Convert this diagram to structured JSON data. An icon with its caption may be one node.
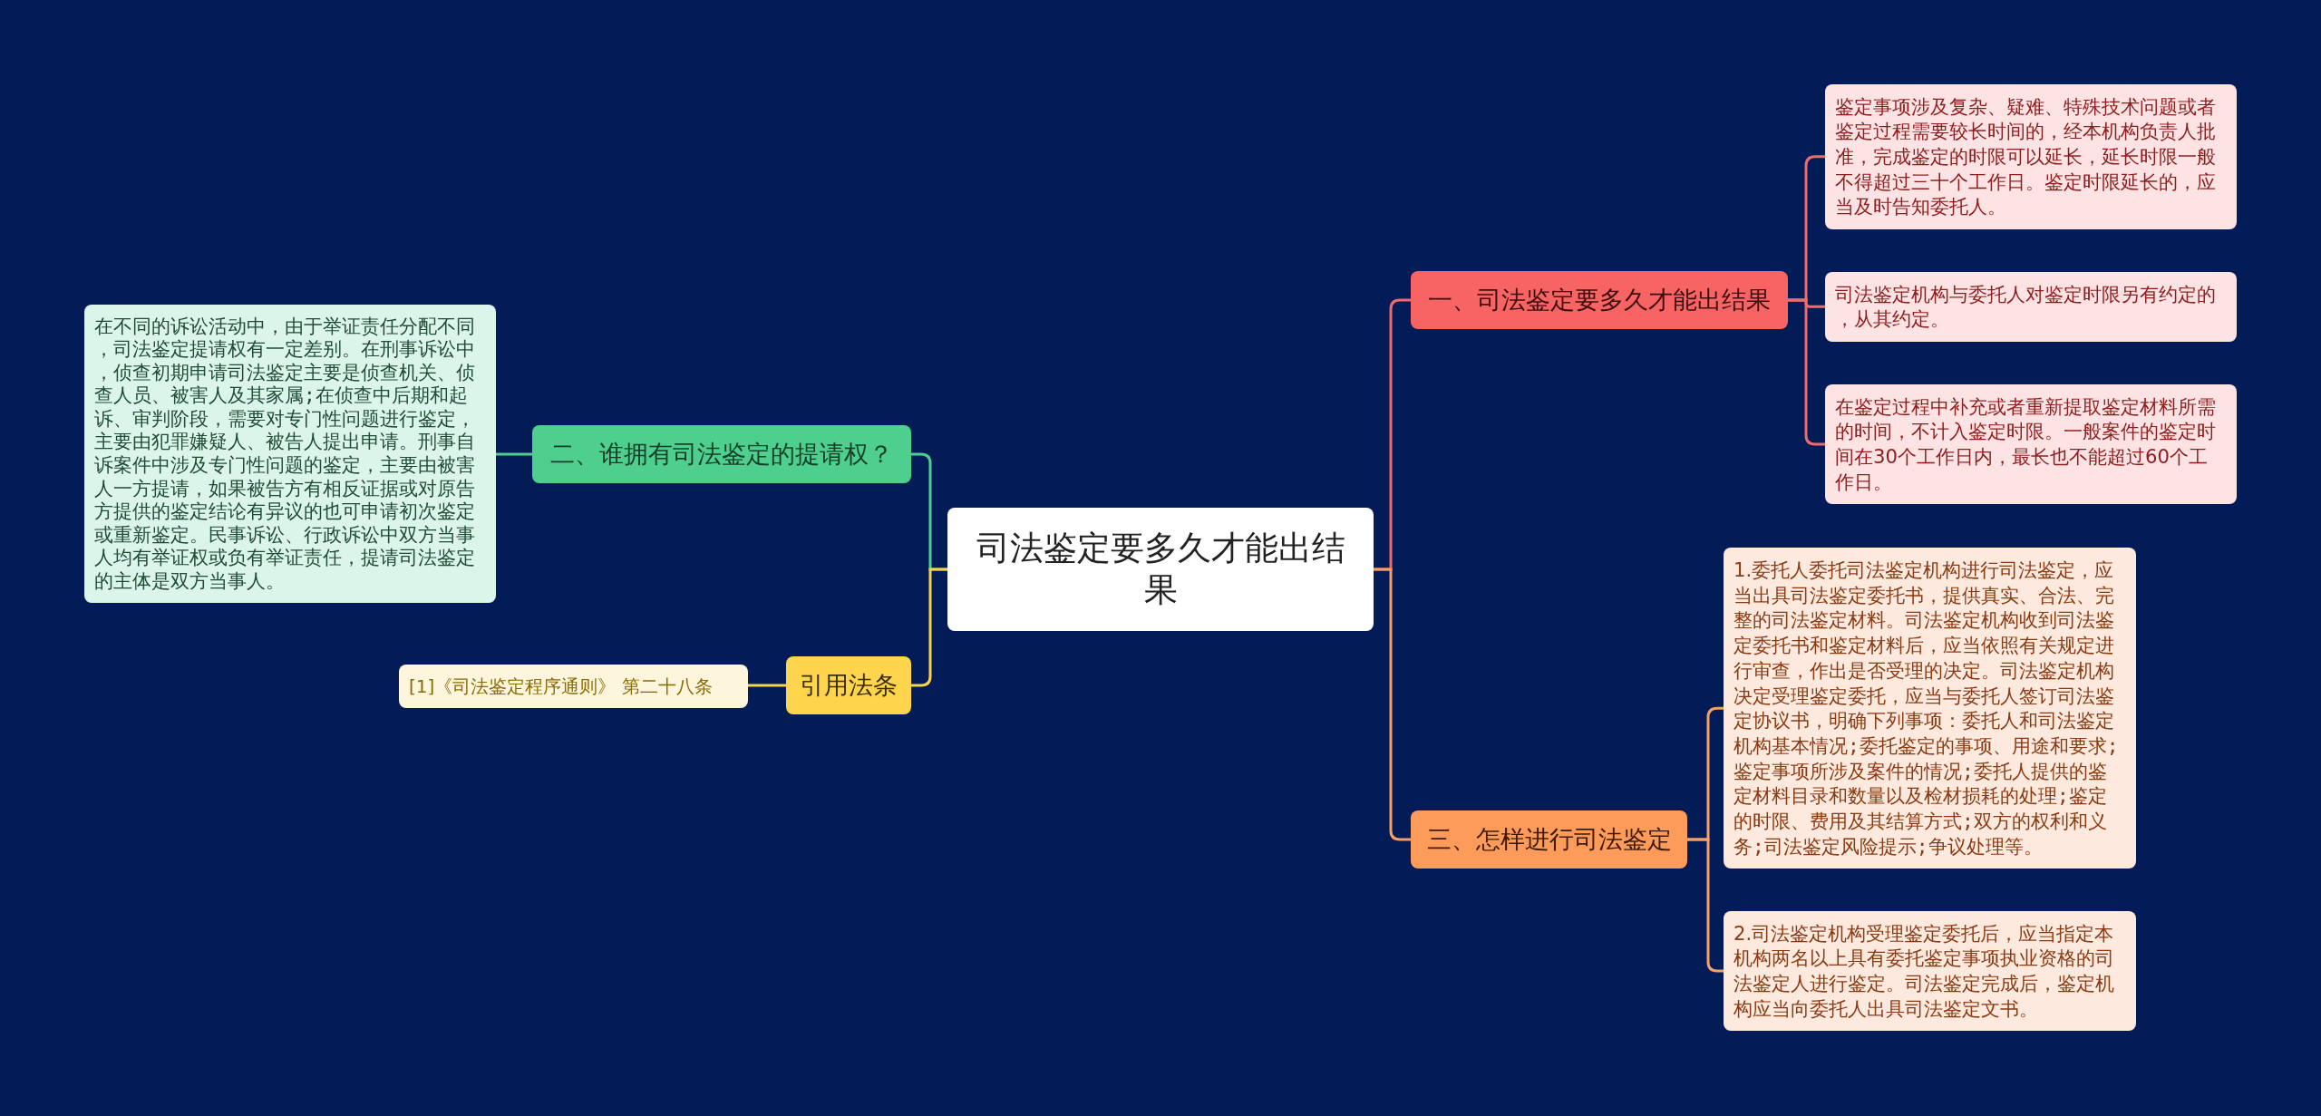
{
  "diagram": {
    "nodes": [
      {
        "text": [
          "司法鉴定要多久才能出结果"
        ]
      },
      {
        "text": [
          "一、司法鉴定要多久才能出结果"
        ]
      },
      {
        "text": [
          "鉴定事项涉及复杂、疑难、特殊技术问题或者鉴定过程需要较长时间的，经本机构负责人批准，完成鉴定的时限可以延长，延长时限一般不得超过三十个工作日。鉴定时限延长的，应当及时告知委托人。"
        ]
      },
      {
        "text": [
          "司法鉴定机构与委托人对鉴定时限另有约定的，从其约定。"
        ]
      },
      {
        "text": [
          "在鉴定过程中补充或者重新提取鉴定材料所需的时间，不计入鉴定时限。一般案件的鉴定时间在30个工作日内，最长也不能超过60个工作日。"
        ]
      },
      {
        "text": [
          "二、谁拥有司法鉴定的提请权？"
        ]
      },
      {
        "text": [
          "在不同的诉讼活动中，由于举证责任分配不同，司法鉴定提请权有一定差别。在刑事诉讼中，侦查初期申请司法鉴定主要是侦查机关、侦查人员、被害人及其家属;在侦查中后期和起诉、审判阶段，需要对专门性问题进行鉴定，主要由犯罪嫌疑人、被告人提出申请。刑事自诉案件中涉及专门性问题的鉴定，主要由被害人一方提请，如果被告方有相反证据或对原告方提供的鉴定结论有异议的也可申请初次鉴定或重新鉴定。民事诉讼、行政诉讼中双方当事人均有举证权或负有举证责任，提请司法鉴定的主体是双方当事人。"
        ]
      },
      {
        "text": [
          "引用法条"
        ]
      },
      {
        "text": [
          "[1]《司法鉴定程序通则》 第二十八条"
        ]
      },
      {
        "text": [
          "三、怎样进行司法鉴定"
        ]
      },
      {
        "text": [
          "1.委托人委托司法鉴定机构进行司法鉴定，应当出具司法鉴定委托书，提供真实、合法、完整的司法鉴定材料。司法鉴定机构收到司法鉴定委托书和鉴定材料后，应当依照有关规定进行审查，作出是否受理的决定。司法鉴定机构决定受理鉴定委托，应当与委托人签订司法鉴定协议书，明确下列事项：委托人和司法鉴定机构基本情况;委托鉴定的事项、用途和要求;鉴定事项所涉及案件的情况;委托人提供的鉴定材料目录和数量以及检材损耗的处理;鉴定的时限、费用及其结算方式;双方的权利和义务;司法鉴定风险提示;争议处理等。"
        ]
      },
      {
        "text": [
          "2.司法鉴定机构受理鉴定委托后，应当指定本机构两名以上具有委托鉴定事项执业资格的司法鉴定人进行鉴定。司法鉴定完成后，鉴定机构应当向委托人出具司法鉴定文书。"
        ]
      }
    ],
    "edges": [
      {
        "from": 0,
        "to": 1,
        "arrow": "none"
      },
      {
        "from": 1,
        "to": 2,
        "arrow": "none"
      },
      {
        "from": 1,
        "to": 3,
        "arrow": "none"
      },
      {
        "from": 1,
        "to": 4,
        "arrow": "none"
      },
      {
        "from": 0,
        "to": 5,
        "arrow": "none",
        "color": "#4ecf8f"
      },
      {
        "from": 5,
        "to": 6,
        "arrow": "none",
        "color": "#4ecf8f"
      },
      {
        "from": 0,
        "to": 7,
        "arrow": "none",
        "color": "#f8d24e"
      },
      {
        "from": 7,
        "to": 8,
        "arrow": "none",
        "color": "#f8d24e"
      },
      {
        "from": 0,
        "to": 9,
        "arrow": "none",
        "color": "#f6a066"
      },
      {
        "from": 9,
        "to": 10,
        "arrow": "none",
        "color": "#f6a066"
      },
      {
        "from": 9,
        "to": 11,
        "arrow": "none",
        "color": "#f6a066"
      }
    ]
  }
}
